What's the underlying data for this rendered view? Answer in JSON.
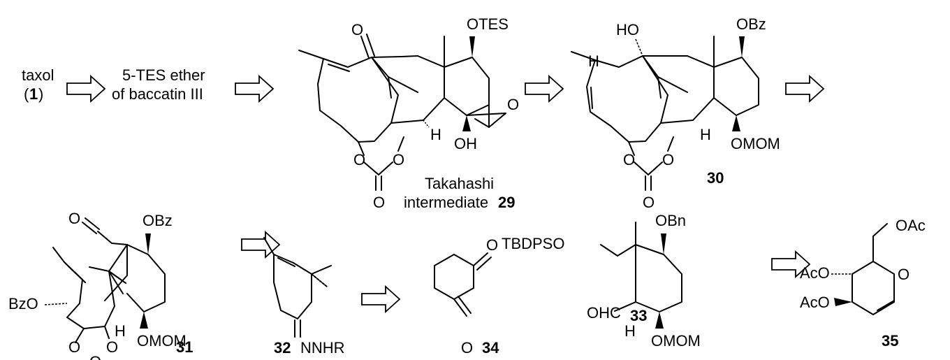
{
  "title_row1": {
    "taxol": "taxol",
    "taxol_paren_open": "(",
    "taxol_num": "1",
    "taxol_paren_close": ")",
    "baccatin_line1": "5-TES ether",
    "baccatin_line2": "of baccatin III"
  },
  "cmp29": {
    "O_top": "O",
    "OTES": "OTES",
    "H": "H",
    "OH": "OH",
    "O_ring": "O",
    "O_carb1": "O",
    "O_carb2": "O",
    "O_carb3": "O",
    "caption_line1": "Takahashi",
    "caption_line2": "intermediate ",
    "caption_num": "29"
  },
  "cmp30": {
    "HO": "HO",
    "OBz": "OBz",
    "H_left": "H",
    "H": "H",
    "OMOM": "OMOM",
    "O_carb1": "O",
    "O_carb2": "O",
    "O_carb3": "O",
    "num": "30"
  },
  "cmp31": {
    "O_ald": "O",
    "OBz": "OBz",
    "BzO": "BzO",
    "H": "H",
    "OMOM": "OMOM",
    "O_carb1": "O",
    "O_carb2": "O",
    "O_carb3": "O",
    "num": "31"
  },
  "cmp32": {
    "NNHR": "NNHR",
    "num": "32"
  },
  "cmp34": {
    "O_top": "O",
    "O_bottom": "O",
    "num": "34"
  },
  "cmp33": {
    "TBDPSO": "TBDPSO",
    "OBn": "OBn",
    "OHC": "OHC",
    "H": "H",
    "OMOM": "OMOM",
    "num": "33"
  },
  "cmp35": {
    "OAc": "OAc",
    "AcO_top": "AcO",
    "AcO_bottom": "AcO",
    "O_ring": "O",
    "num": "35"
  }
}
